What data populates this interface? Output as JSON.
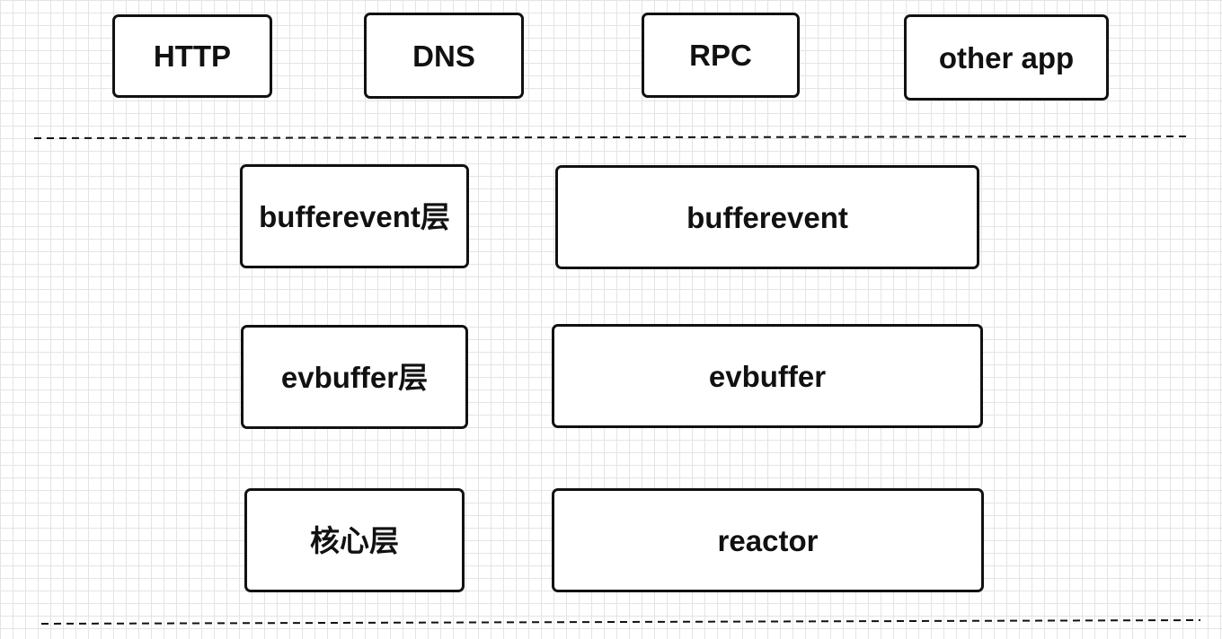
{
  "app_layer": {
    "items": [
      {
        "label": "HTTP"
      },
      {
        "label": "DNS"
      },
      {
        "label": "RPC"
      },
      {
        "label": "other app"
      }
    ]
  },
  "layers": [
    {
      "layer_label": "bufferevent层",
      "component_label": "bufferevent"
    },
    {
      "layer_label": "evbuffer层",
      "component_label": "evbuffer"
    },
    {
      "layer_label": "核心层",
      "component_label": "reactor"
    }
  ],
  "style": {
    "stroke_color": "#111111",
    "grid_color": "#e4e4e4",
    "background_color": "#ffffff"
  }
}
